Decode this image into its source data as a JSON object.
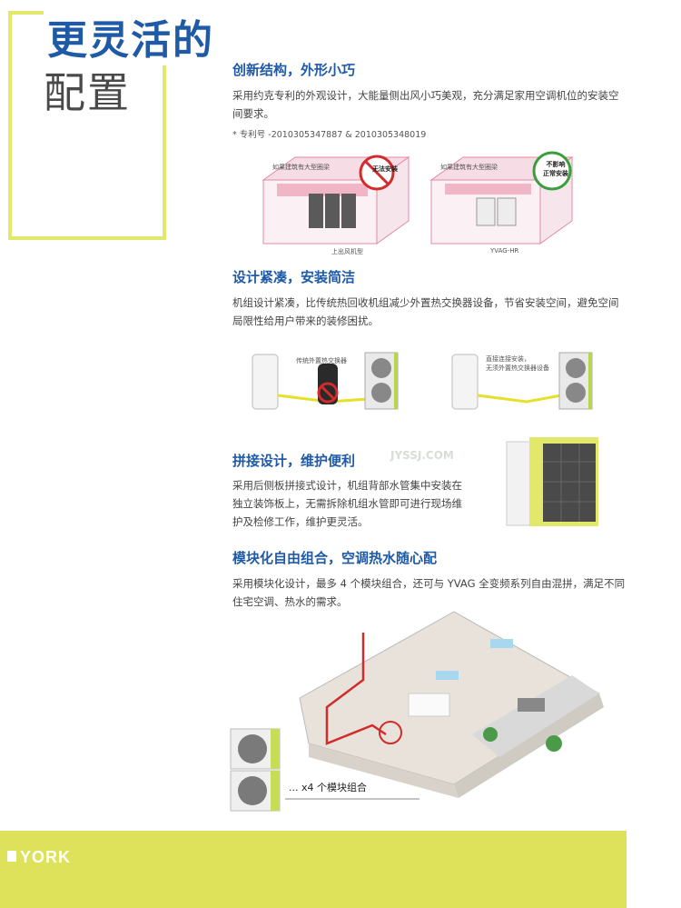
{
  "page_title": {
    "line1": "更灵活的",
    "line2": "配置"
  },
  "sections": [
    {
      "title": "创新结构，外形小巧",
      "text": "采用约克专利的外观设计，大能量侧出风小巧美观，充分满足家用空调机位的安装空间要求。",
      "patent": "* 专利号 -2010305347887 & 2010305348019",
      "figures": [
        {
          "note": "如果建筑有大型圈梁",
          "badge": "无法安装",
          "caption": "上出风机型"
        },
        {
          "note": "如果建筑有大型圈梁",
          "badge": "不影响\n正常安装",
          "caption": "YVAG-HR"
        }
      ]
    },
    {
      "title": "设计紧凑，安装简洁",
      "text": "机组设计紧凑，比传统热回收机组减少外置热交换器设备，节省安装空间，避免空间局限性给用户带来的装修困扰。",
      "figures": [
        {
          "note": "传统外置热交换器"
        },
        {
          "note": "直接连接安装，\n无须外置热交换器设备"
        }
      ]
    },
    {
      "title": "拼接设计，维护便利",
      "text": "采用后侧板拼接式设计，机组背部水管集中安装在独立装饰板上，无需拆除机组水管即可进行现场维护及检修工作，维护更灵活。"
    },
    {
      "title": "模块化自由组合，空调热水随心配",
      "text": "采用模块化设计，最多 4 个模块组合，还可与 YVAG 全变频系列自由混拼，满足不同住宅空调、热水的需求。",
      "combo_label": "... x4 个模块组合"
    }
  ],
  "watermark": "JYSSJ.COM",
  "brand": "YORK",
  "colors": {
    "accent_blue": "#1f5aa6",
    "accent_yellow": "#dde25a",
    "red": "#d12b2b",
    "green": "#3a9e3a"
  }
}
